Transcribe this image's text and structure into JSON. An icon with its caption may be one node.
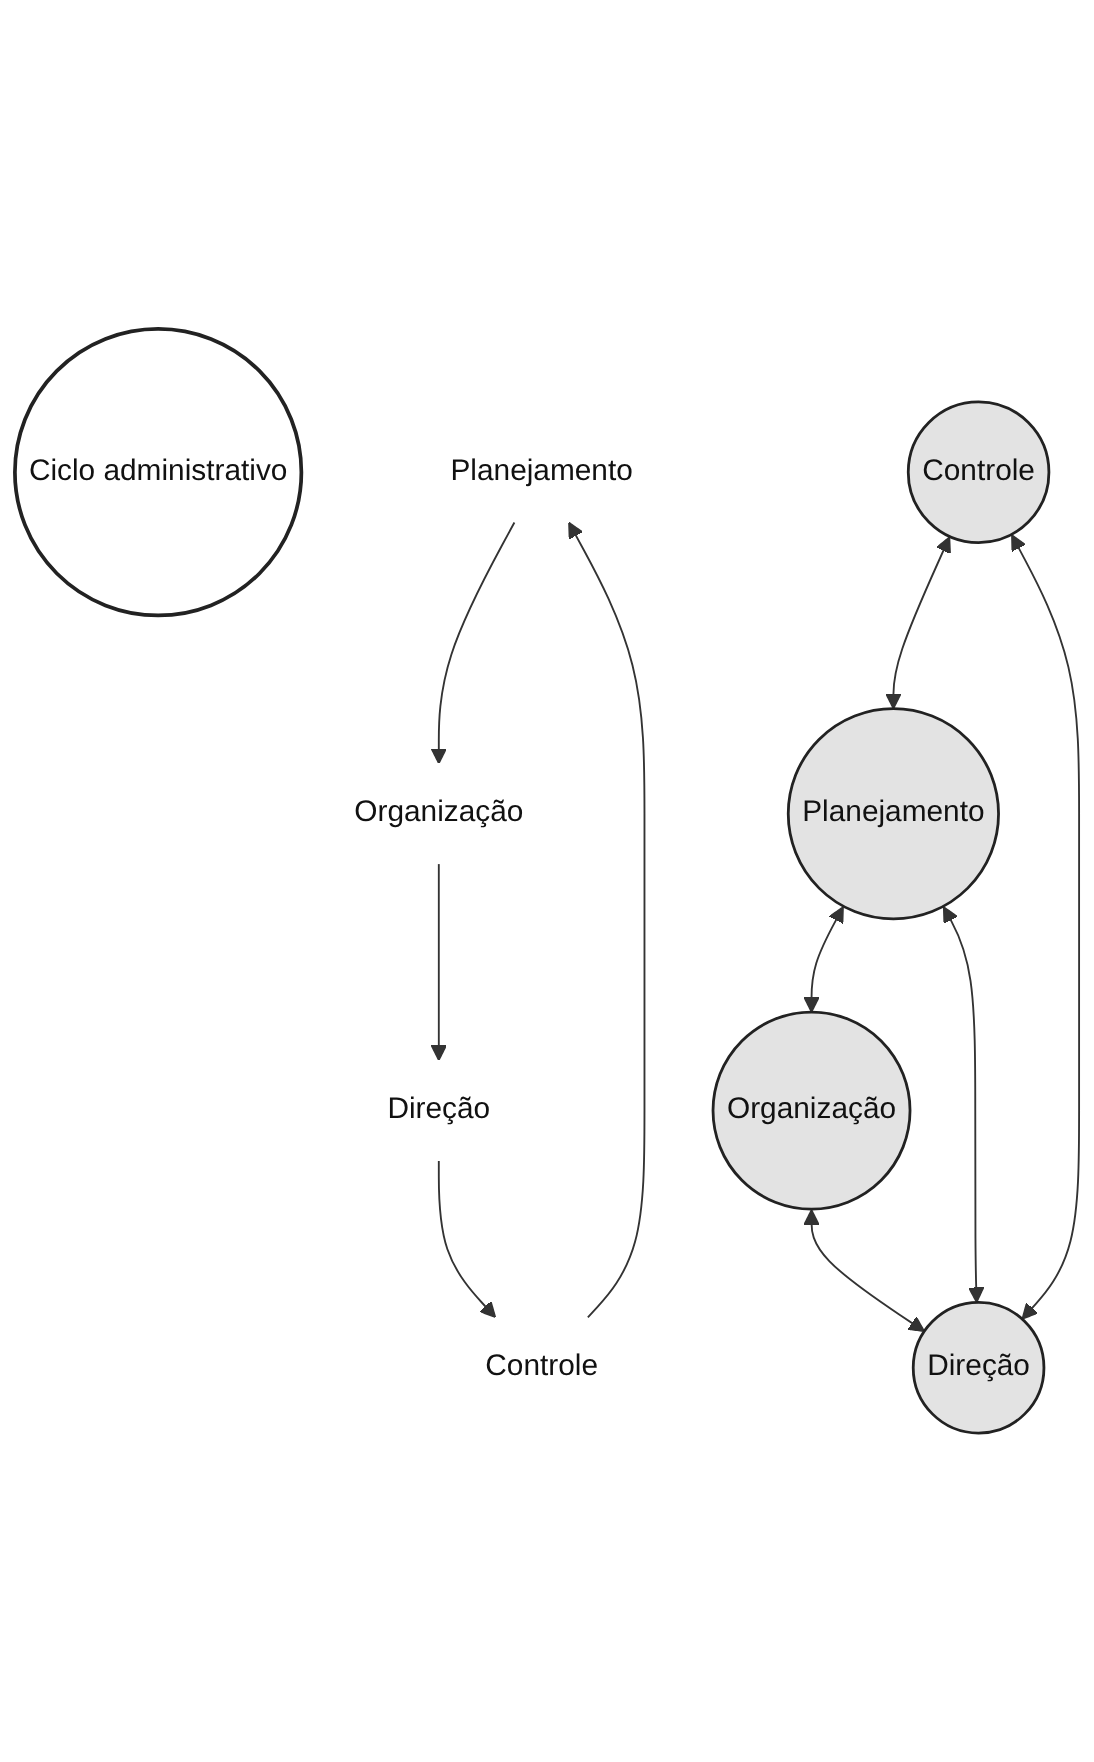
{
  "diagram": {
    "nodes": [
      {
        "text": [
          "Ciclo administrativo"
        ]
      },
      {
        "text": [
          "Planejamento"
        ]
      },
      {
        "text": [
          "Organização"
        ]
      },
      {
        "text": [
          "Direção"
        ]
      },
      {
        "text": [
          "Controle"
        ]
      },
      {
        "text": [
          "Planejamento"
        ]
      },
      {
        "text": [
          "Controle"
        ]
      },
      {
        "text": [
          "Organização"
        ]
      },
      {
        "text": [
          "Direção"
        ]
      }
    ],
    "edges": [
      {
        "from": 1,
        "to": 2,
        "arrow": "to"
      },
      {
        "from": 2,
        "to": 3,
        "arrow": "to"
      },
      {
        "from": 3,
        "to": 4,
        "arrow": "to"
      },
      {
        "from": 4,
        "to": 1,
        "arrow": "to"
      },
      {
        "from": 6,
        "to": 5,
        "arrow": "both"
      },
      {
        "from": 5,
        "to": 7,
        "arrow": "both"
      },
      {
        "from": 5,
        "to": 8,
        "arrow": "both"
      },
      {
        "from": 6,
        "to": 8,
        "arrow": "both"
      },
      {
        "from": 7,
        "to": 8,
        "arrow": "both"
      }
    ]
  }
}
